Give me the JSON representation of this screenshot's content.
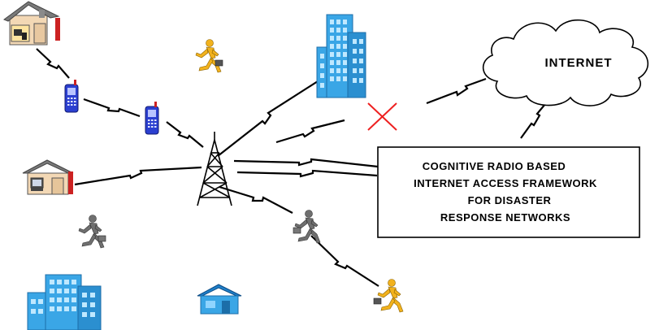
{
  "cloud": {
    "label": "INTERNET"
  },
  "framework_box": {
    "lines": [
      "COGNITIVE RADIO BASED",
      "INTERNET ACCESS FRAMEWORK",
      "FOR DISASTER",
      "RESPONSE NETWORKS"
    ]
  },
  "colors": {
    "building_blue": "#3aa6e6",
    "phone_blue": "#2b3fd0",
    "person_yellow": "#f2b21d",
    "person_gray": "#6f6f6f",
    "cross_red": "#ee2020",
    "house_roof": "#7a7a7a",
    "house_wall": "#f3d8b5"
  },
  "icons": [
    "house-icon",
    "house-icon",
    "blue-house-icon",
    "phone-icon",
    "phone-icon",
    "office-building-icon",
    "office-building-icon",
    "person-running-icon",
    "person-running-icon",
    "person-running-icon",
    "person-running-icon",
    "radio-tower-icon",
    "cloud-icon",
    "blocked-link-icon"
  ]
}
